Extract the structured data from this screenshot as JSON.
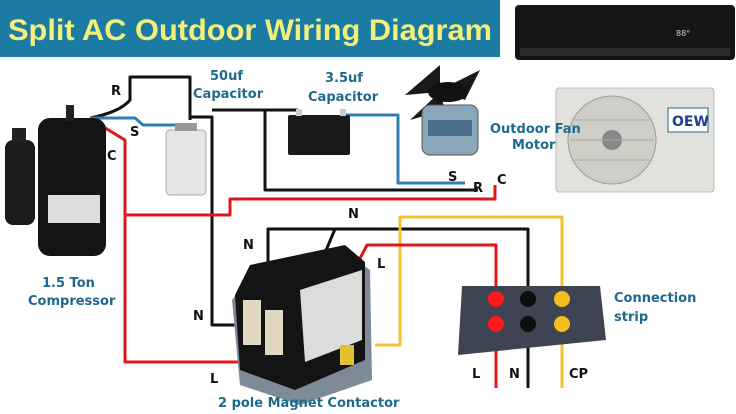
{
  "title": "Split AC Outdoor Wiring Diagram",
  "components": {
    "capacitor_50": [
      "50uf",
      "Capacitor"
    ],
    "capacitor_35": [
      "3.5uf",
      "Capacitor"
    ],
    "fan_motor": [
      "Outdoor Fan",
      "Motor"
    ],
    "compressor": [
      "1.5 Ton",
      "Compressor"
    ],
    "contactor": "2 pole Magnet Contactor",
    "strip": [
      "Connection",
      "strip"
    ],
    "outdoor_unit_badge": "OEW",
    "indoor_display": "88°"
  },
  "terminals": {
    "comp_r": "R",
    "comp_s": "S",
    "comp_c": "C",
    "fan_s": "S",
    "fan_r": "R",
    "fan_c": "C",
    "n_top": "N",
    "n_left": "N",
    "l_right": "L",
    "n_side": "N",
    "l_bottom": "L",
    "strip_l": "L",
    "strip_n": "N",
    "strip_cp": "CP"
  },
  "colors": {
    "banner": "#1b7ba2",
    "title": "#f2f07a",
    "label": "#1d6a8c",
    "red": "#e0161b",
    "blue": "#2f7fb5",
    "yellow": "#f3c22e",
    "black": "#111111"
  }
}
